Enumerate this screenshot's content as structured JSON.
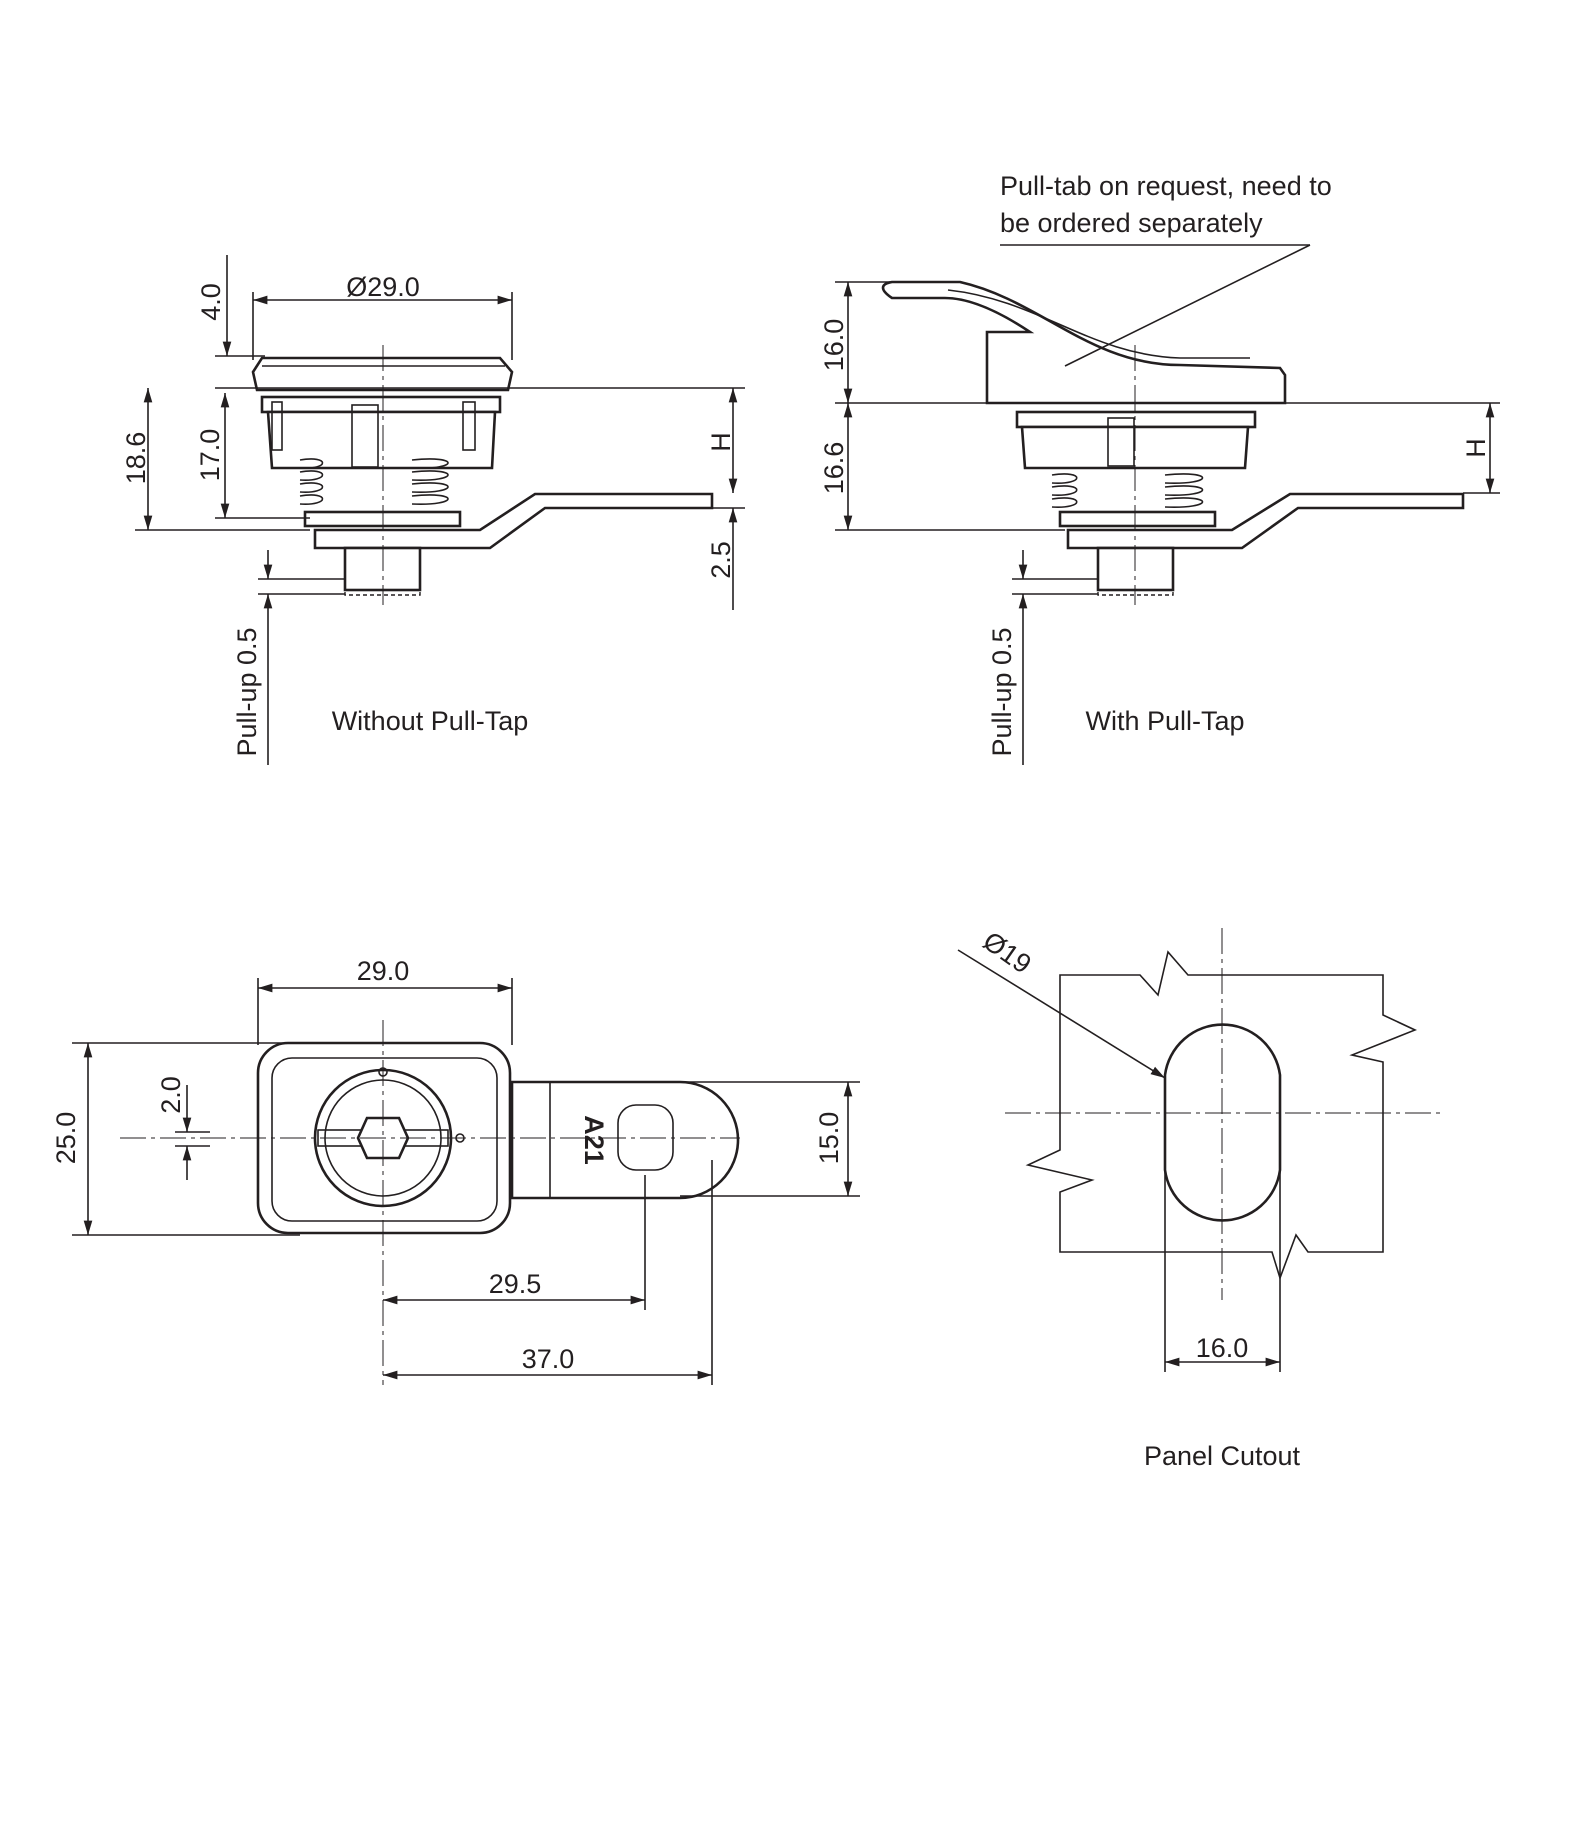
{
  "views": {
    "without_pull_tab": {
      "caption": "Without Pull-Tap",
      "dims": {
        "diameter": "Ø29.0",
        "top": "4.0",
        "overall": "18.6",
        "body": "17.0",
        "h": "H",
        "cam": "2.5",
        "pullup": "Pull-up 0.5"
      }
    },
    "with_pull_tab": {
      "caption": "With Pull-Tap",
      "note_line1": "Pull-tab on request, need to",
      "note_line2": "be ordered separately",
      "dims": {
        "tab": "16.0",
        "body": "16.6",
        "h": "H",
        "pullup": "Pull-up 0.5"
      }
    },
    "top_view": {
      "marking": "A21",
      "dims": {
        "width": "29.0",
        "height": "25.0",
        "offset": "2.0",
        "cam_width": "15.0",
        "hole_dist": "29.5",
        "cam_length": "37.0"
      }
    },
    "panel_cutout": {
      "caption": "Panel Cutout",
      "dims": {
        "diameter": "Ø19",
        "flat": "16.0"
      }
    }
  }
}
